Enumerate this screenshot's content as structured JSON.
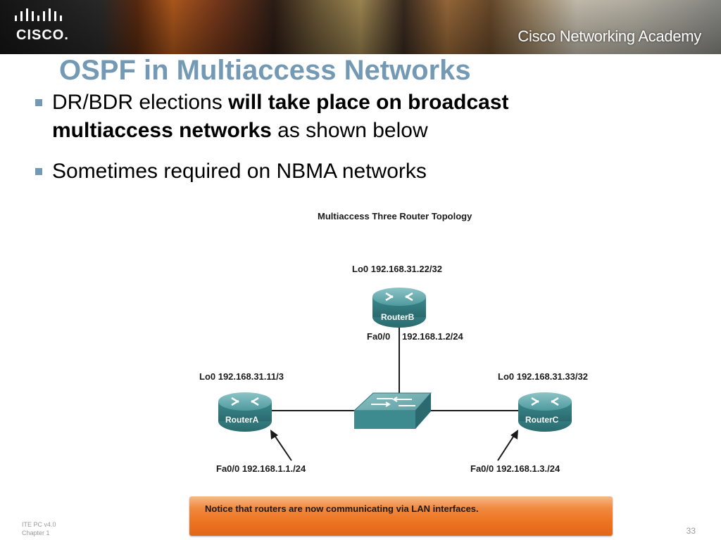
{
  "header": {
    "logo_text": "CISCO.",
    "academy_text": "Cisco Networking Academy"
  },
  "slide": {
    "title": "OSPF in Multiaccess Networks",
    "bullets": [
      {
        "part1": "DR/BDR elections ",
        "bold": "will take place on broadcast multiaccess networks",
        "part2": " as shown below"
      },
      {
        "text": "Sometimes required on NBMA networks"
      }
    ]
  },
  "diagram": {
    "title": "Multiaccess Three Router Topology",
    "routerB": {
      "name": "RouterB",
      "lo0": "Lo0 192.168.31.22/32",
      "fa0_if": "Fa0/0",
      "fa0_ip": "192.168.1.2/24"
    },
    "routerA": {
      "name": "RouterA",
      "lo0": "Lo0 192.168.31.11/3",
      "fa0": "Fa0/0 192.168.1.1./24"
    },
    "routerC": {
      "name": "RouterC",
      "lo0": "Lo0 192.168.31.33/32",
      "fa0": "Fa0/0 192.168.1.3./24"
    },
    "notice": "Notice that routers are now communicating via LAN interfaces."
  },
  "footer": {
    "line1": "ITE PC v4.0",
    "line2": "Chapter 1",
    "page": "33"
  },
  "colors": {
    "title": "#7399b4",
    "bullet_marker": "#7399b4",
    "router_body": "#3e8a8e",
    "notice_bg": "#ec7420",
    "footer_text": "#9a9a9a"
  }
}
